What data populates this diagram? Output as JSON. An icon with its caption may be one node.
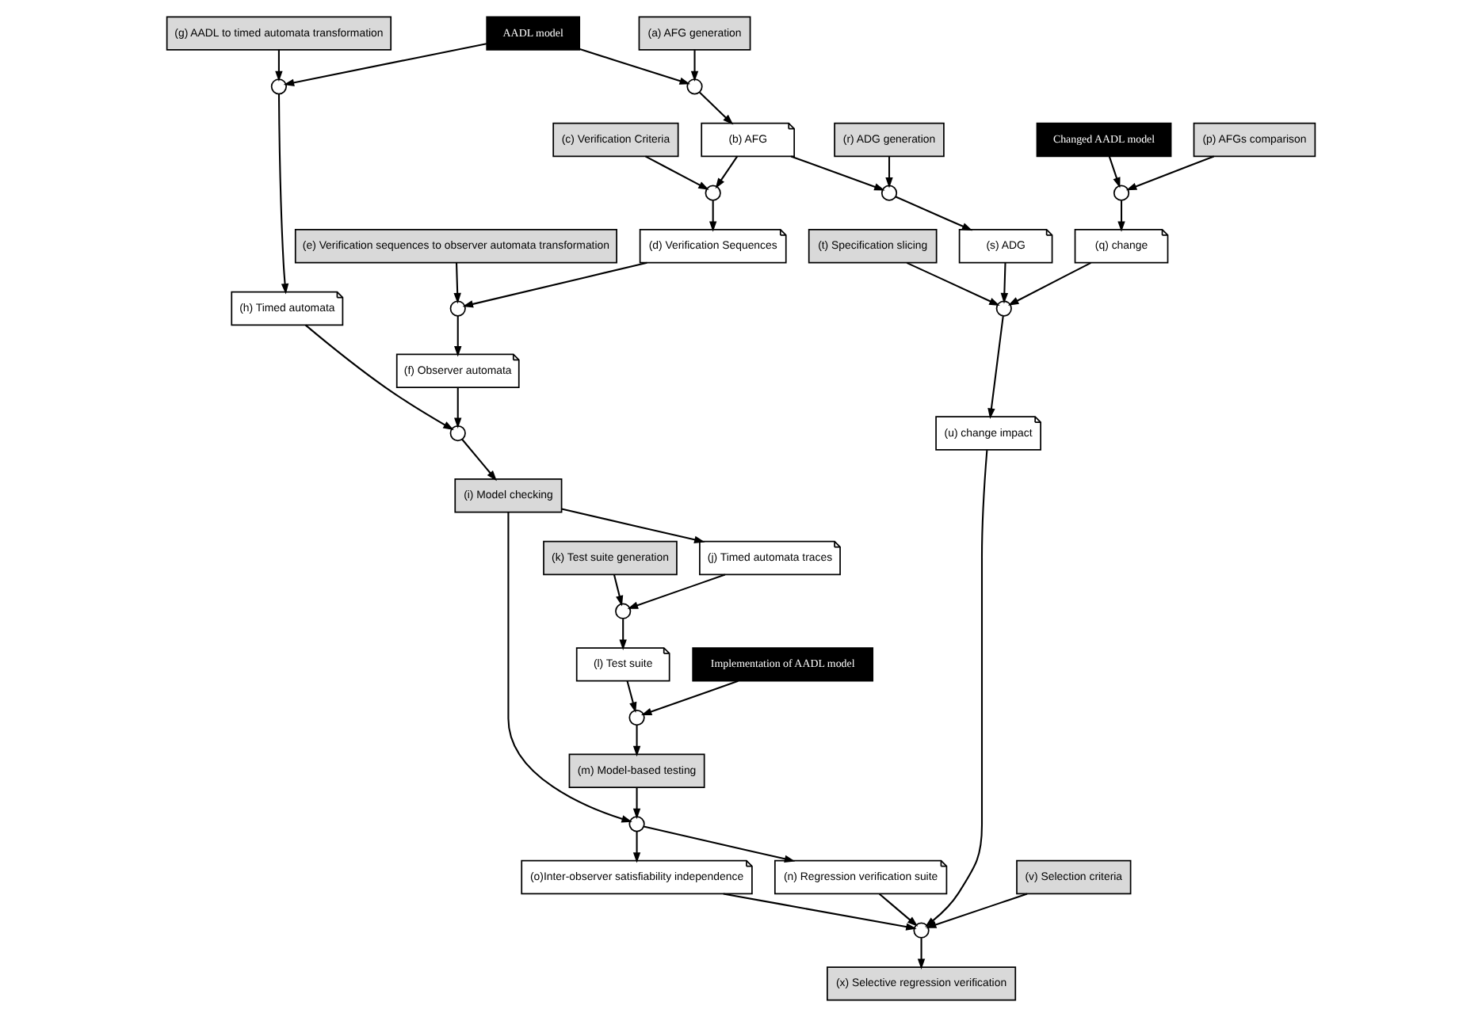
{
  "diagram": {
    "nodes": [
      {
        "text": [
          "AADL model"
        ]
      },
      {
        "text": [
          "(a) AFG generation"
        ]
      },
      {
        "text": [
          "(g) AADL to timed automata transformation"
        ]
      },
      {
        "text": [],
        "shape": "circle"
      },
      {
        "text": [],
        "shape": "circle"
      },
      {
        "text": [
          "(b) AFG"
        ]
      },
      {
        "text": [
          "(c) Verification Criteria"
        ]
      },
      {
        "text": [
          "(e) Verification sequences to observer automata transformation"
        ]
      },
      {
        "text": [
          "(h) Timed automata"
        ]
      },
      {
        "text": [],
        "shape": "circle"
      },
      {
        "text": [
          "(d) Verification Sequences"
        ]
      },
      {
        "text": [],
        "shape": "circle"
      },
      {
        "text": [
          "(f) Observer automata"
        ]
      },
      {
        "text": [],
        "shape": "circle"
      },
      {
        "text": [
          "(r) ADG generation"
        ]
      },
      {
        "text": [
          "(o)Inter-observer satisfiability independence"
        ]
      },
      {
        "text": [],
        "shape": "circle"
      },
      {
        "text": [
          "(i) Model checking"
        ]
      },
      {
        "text": [],
        "shape": "circle"
      },
      {
        "text": [
          "(n) Regression verification suite"
        ]
      },
      {
        "text": [
          "(k) Test suite generation"
        ]
      },
      {
        "text": [
          "(j) Timed automata traces"
        ]
      },
      {
        "text": [
          "(t) Specification slicing"
        ]
      },
      {
        "text": [
          "(s) ADG"
        ]
      },
      {
        "text": [],
        "shape": "circle"
      },
      {
        "text": [
          "(u) change impact"
        ]
      },
      {
        "text": [],
        "shape": "circle"
      },
      {
        "text": [
          "(m) Model-based testing"
        ]
      },
      {
        "text": [],
        "shape": "circle"
      },
      {
        "text": [
          "(q) change"
        ]
      },
      {
        "text": [
          "(v) Selection criteria"
        ]
      },
      {
        "text": [
          "Changed AADL model"
        ]
      },
      {
        "text": [],
        "shape": "circle"
      },
      {
        "text": [
          "(l) Test suite"
        ]
      },
      {
        "text": [],
        "shape": "circle"
      },
      {
        "text": [
          "(p) AFGs comparison"
        ]
      },
      {
        "text": [
          "(x) Selective regression verification"
        ]
      },
      {
        "text": [
          "Implementation of AADL model"
        ]
      }
    ],
    "edges": [
      {
        "from": 1,
        "to": 3,
        "arrow": "to"
      },
      {
        "from": 0,
        "to": 3,
        "arrow": "to"
      },
      {
        "from": 3,
        "to": 5,
        "arrow": "to"
      },
      {
        "from": 0,
        "to": 4,
        "arrow": "to"
      },
      {
        "from": 2,
        "to": 4,
        "arrow": "to"
      },
      {
        "from": 4,
        "to": 8,
        "arrow": "to"
      },
      {
        "from": 5,
        "to": 9,
        "arrow": "to"
      },
      {
        "from": 6,
        "to": 9,
        "arrow": "to"
      },
      {
        "from": 9,
        "to": 10,
        "arrow": "to"
      },
      {
        "from": 10,
        "to": 11,
        "arrow": "to"
      },
      {
        "from": 7,
        "to": 11,
        "arrow": "to"
      },
      {
        "from": 11,
        "to": 12,
        "arrow": "to"
      },
      {
        "from": 12,
        "to": 13,
        "arrow": "to"
      },
      {
        "from": 8,
        "to": 13,
        "arrow": "to"
      },
      {
        "from": 13,
        "to": 17,
        "arrow": "to"
      },
      {
        "from": 5,
        "to": 18,
        "arrow": "to"
      },
      {
        "from": 14,
        "to": 18,
        "arrow": "to"
      },
      {
        "from": 18,
        "to": 23,
        "arrow": "to"
      },
      {
        "from": 17,
        "to": 16,
        "arrow": "to"
      },
      {
        "from": 16,
        "to": 15,
        "arrow": "to"
      },
      {
        "from": 16,
        "to": 19,
        "arrow": "to"
      },
      {
        "from": 27,
        "to": 16,
        "arrow": "to"
      },
      {
        "from": 17,
        "to": 21,
        "arrow": "to"
      },
      {
        "from": 21,
        "to": 28,
        "arrow": "to"
      },
      {
        "from": 20,
        "to": 28,
        "arrow": "to"
      },
      {
        "from": 28,
        "to": 33,
        "arrow": "to"
      },
      {
        "from": 33,
        "to": 34,
        "arrow": "to"
      },
      {
        "from": 37,
        "to": 34,
        "arrow": "to"
      },
      {
        "from": 34,
        "to": 27,
        "arrow": "to"
      },
      {
        "from": 23,
        "to": 24,
        "arrow": "to"
      },
      {
        "from": 22,
        "to": 24,
        "arrow": "to"
      },
      {
        "from": 29,
        "to": 24,
        "arrow": "to"
      },
      {
        "from": 24,
        "to": 25,
        "arrow": "to"
      },
      {
        "from": 31,
        "to": 32,
        "arrow": "to"
      },
      {
        "from": 35,
        "to": 32,
        "arrow": "to"
      },
      {
        "from": 32,
        "to": 29,
        "arrow": "to"
      },
      {
        "from": 25,
        "to": 26,
        "arrow": "to"
      },
      {
        "from": 15,
        "to": 26,
        "arrow": "to"
      },
      {
        "from": 19,
        "to": 26,
        "arrow": "to"
      },
      {
        "from": 30,
        "to": 26,
        "arrow": "to"
      },
      {
        "from": 26,
        "to": 36,
        "arrow": "to"
      }
    ]
  }
}
